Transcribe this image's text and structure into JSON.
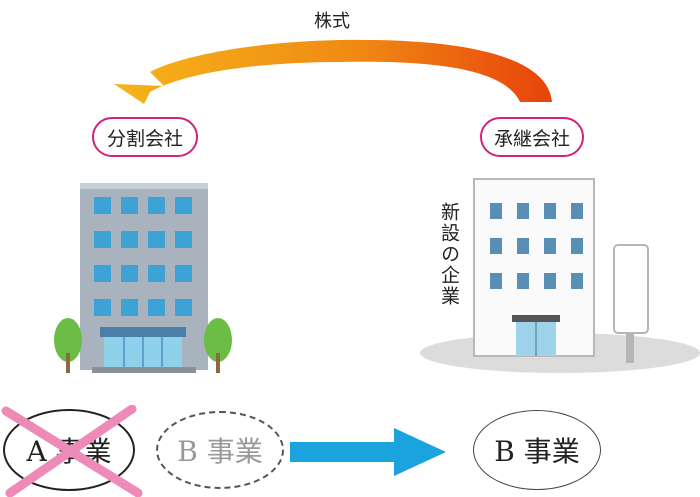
{
  "arrow_top": {
    "label": "株式"
  },
  "split_company": {
    "label": "分割会社"
  },
  "successor_company": {
    "label": "承継会社"
  },
  "new_company_note": "新設の企業",
  "business": {
    "a": "A 事業",
    "b_left": "B 事業",
    "b_right": "B 事業"
  },
  "colors": {
    "pill_border": "#d1237a",
    "cross": "#ee8ab7",
    "blue_arrow": "#1aa3dd",
    "arrow_start": "#f4a813",
    "arrow_end": "#e8430a"
  }
}
